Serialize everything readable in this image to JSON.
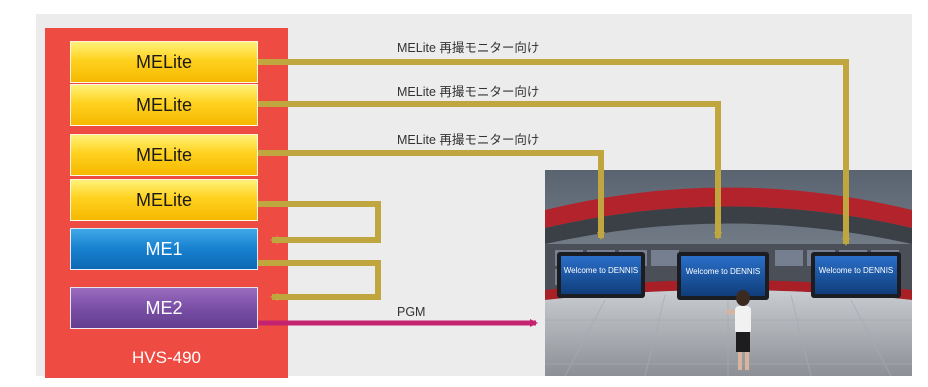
{
  "diagram": {
    "switcher": {
      "label": "HVS-490"
    },
    "units": [
      {
        "label": "MELite",
        "kind": "melite"
      },
      {
        "label": "MELite",
        "kind": "melite"
      },
      {
        "label": "MELite",
        "kind": "melite"
      },
      {
        "label": "MELite",
        "kind": "melite"
      },
      {
        "label": "ME1",
        "kind": "me1"
      },
      {
        "label": "ME2",
        "kind": "me2"
      }
    ],
    "annotations": [
      "MELite 再撮モニター向け",
      "MELite 再撮モニター向け",
      "MELite 再撮モニター向け",
      "PGM"
    ],
    "colors": {
      "switcher_bg": "#ee4b42",
      "monitor_feed_wire": "#bfa63f",
      "pgm_wire": "#c4246f",
      "melite": "#ffd21f",
      "me1": "#1780cf",
      "me2": "#7a4fa6"
    },
    "studio_image": {
      "monitor_text": "Welcome to DENNIS"
    }
  }
}
